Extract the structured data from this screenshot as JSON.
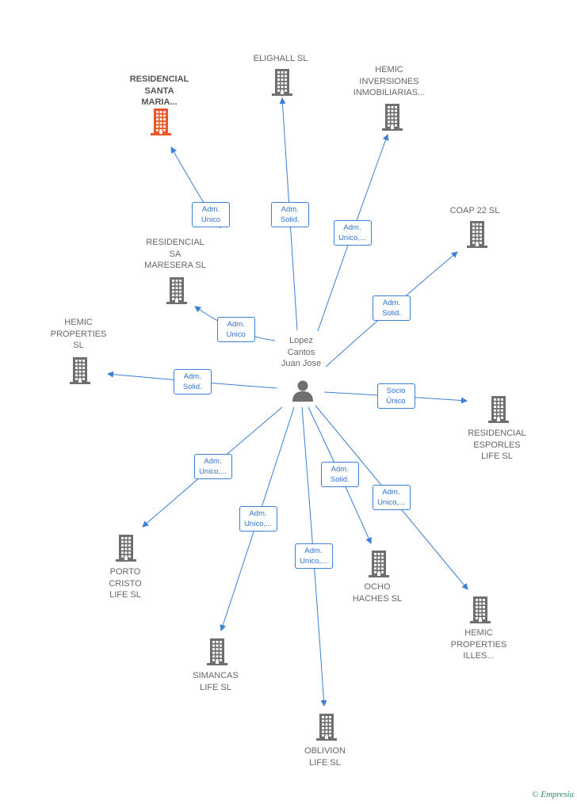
{
  "center": {
    "label": "Lopez\nCantos\nJuan Jose"
  },
  "nodes": [
    {
      "id": "residencial-santa-maria",
      "label": "RESIDENCIAL\nSANTA\nMARIA...",
      "highlight": true
    },
    {
      "id": "elighall",
      "label": "ELIGHALL  SL"
    },
    {
      "id": "hemic-inversiones",
      "label": "HEMIC\nINVERSIONES\nINMOBILIARIAS..."
    },
    {
      "id": "coap-22",
      "label": "COAP 22  SL"
    },
    {
      "id": "residencial-sa-maresera",
      "label": "RESIDENCIAL\nSA\nMARESERA  SL"
    },
    {
      "id": "hemic-properties",
      "label": "HEMIC\nPROPERTIES\nSL"
    },
    {
      "id": "residencial-esporles",
      "label": "RESIDENCIAL\nESPORLES\nLIFE  SL"
    },
    {
      "id": "porto-cristo",
      "label": "PORTO\nCRISTO\nLIFE  SL"
    },
    {
      "id": "simancas",
      "label": "SIMANCAS\nLIFE  SL"
    },
    {
      "id": "oblivion",
      "label": "OBLIVION\nLIFE  SL"
    },
    {
      "id": "ocho-haches",
      "label": "OCHO\nHACHES  SL"
    },
    {
      "id": "hemic-properties-illes",
      "label": "HEMIC\nPROPERTIES\nILLES..."
    }
  ],
  "edges": [
    {
      "to": "residencial-santa-maria",
      "label": "Adm.\nUnico"
    },
    {
      "to": "elighall",
      "label": "Adm.\nSolid."
    },
    {
      "to": "hemic-inversiones",
      "label": "Adm.\nUnico,..."
    },
    {
      "to": "coap-22",
      "label": "Adm.\nSolid."
    },
    {
      "to": "residencial-sa-maresera",
      "label": "Adm.\nUnico"
    },
    {
      "to": "hemic-properties",
      "label": "Adm.\nSolid."
    },
    {
      "to": "residencial-esporles",
      "label": "Socio\nÚnico"
    },
    {
      "to": "porto-cristo",
      "label": "Adm.\nUnico,..."
    },
    {
      "to": "simancas",
      "label": "Adm.\nUnico,..."
    },
    {
      "to": "oblivion",
      "label": "Adm.\nUnico,..."
    },
    {
      "to": "ocho-haches",
      "label": "Adm.\nSolid."
    },
    {
      "to": "hemic-properties-illes",
      "label": "Adm.\nUnico,..."
    }
  ],
  "colors": {
    "edge": "#3a7fd8",
    "node_icon": "#6f6f6f",
    "highlight_icon": "#f0552a",
    "label": "#666666"
  },
  "credit": {
    "symbol": "©",
    "brand": "Empresia"
  }
}
